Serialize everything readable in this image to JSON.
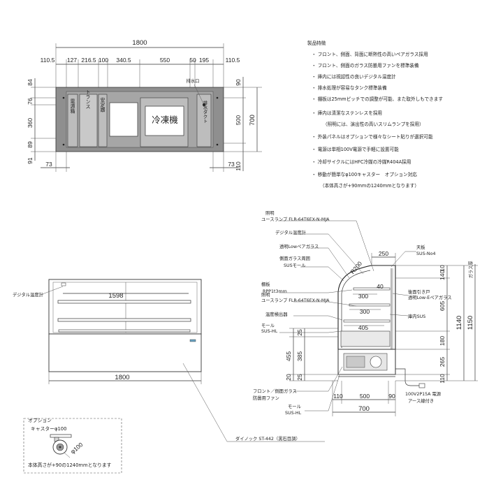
{
  "top_view": {
    "overall_width": "1800",
    "segments": [
      "110.5",
      "127",
      "216.5",
      "100",
      "340.5",
      "550",
      "50",
      "195",
      "110.5"
    ],
    "left_dims": [
      "84",
      "76",
      "360",
      "89",
      "91"
    ],
    "right_dims": [
      "90",
      "500",
      "110"
    ],
    "total_depth": "700",
    "bottom_left": "73",
    "bottom_right": "73",
    "vertical_labels": [
      "電源箱",
      "トランス",
      "安定器",
      "排水ダクト"
    ],
    "freezer_label": "冷凍機",
    "drain_label": "排水口"
  },
  "features": {
    "title": "製品特徴",
    "items": [
      "・ フロント、側面、背面に断熱性の高いペアガラス採用",
      "・ フロント、側面のガラス防曇用ファンを標準装備",
      "・ 庫内には視認性の良いデジタル温度計",
      "・ 排水処理が容易なタンク標準装備",
      "・ 棚板は25mmピッチでの調整が可能、また取外しもできます",
      "・ 庫内は清潔なステンレスを採用",
      "（照明には、演出性の高いスリムランプを採用）",
      "・ 外装パネルはオプションで様々なシート貼りが選択可能",
      "・ 電源は単相100V電源で手軽に設置可能",
      "・ 冷却サイクルにはHFC冷媒の冷媒R404A採用",
      "・ 移動が簡単なφ100キャスター　オプション対応",
      "（本体高さが+90mmの1240mmとなります）"
    ]
  },
  "front_view": {
    "shelf_width": "1598",
    "overall_width": "1800",
    "thermometer_label": "デジタル温度計",
    "bottom_label": "ダイノック ST-442（黒石目調）"
  },
  "side_view": {
    "labels": {
      "lighting": "照明",
      "lamp1": "ユースランプ FLR-64T6EX-N-MJA",
      "thermometer": "デジタル温度計",
      "glass": "透明Lowペアガラス",
      "side_glass": "側面ガラス周囲",
      "sus_molding": "SUSモール",
      "shelf": "棚板",
      "shelf_spec": "RPP1t3mm",
      "lighting2": "照明",
      "lamp2": "ユースランプ FLR-64T6EX-N-MJA",
      "temp_sensor": "温度検出器",
      "molding": "モール",
      "sus_hl": "SUS-HL",
      "top_plate": "天板",
      "sus_no4": "SUS-No4",
      "sliding_door": "後面引き戸",
      "glass_spec": "透明Low-Eペアガラス",
      "interior": "庫内SUS",
      "fan_label": "フロント／側面ガラス",
      "fan_label2": "防曇用ファン",
      "molding2": "モール",
      "sus_hl2": "SUS-HL",
      "power": "100V2P15A 電源",
      "ground": "アース線付き",
      "r_dim": "R200"
    },
    "dims_top": "250",
    "dims_inner": [
      "40",
      "300",
      "300",
      "405"
    ],
    "right_dims": [
      "10",
      "140",
      "605",
      "180",
      "265",
      "110"
    ],
    "outer_right": [
      "1140",
      "1150"
    ],
    "glass_thickness": "ガラス厚",
    "left_dims": [
      "25",
      "455",
      "385",
      "20",
      "25"
    ],
    "bottom_dims": [
      "110",
      "500",
      "90"
    ],
    "bottom_total": "700"
  },
  "option": {
    "title": "オプション",
    "caster": "キャスターφ100",
    "phi": "φ100",
    "note": "本体高さが+90の1240mmとなります"
  }
}
